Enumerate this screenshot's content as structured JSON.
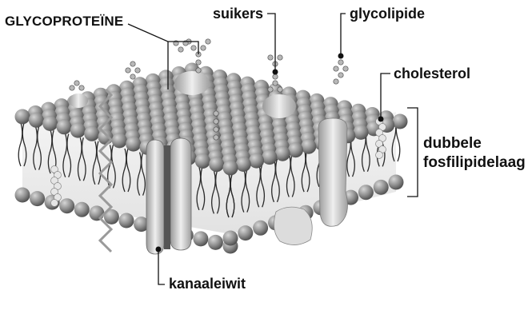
{
  "labels": {
    "glycoproteine": "GLYCOPROTEÏNE",
    "suikers": "suikers",
    "glycolipide": "glycolipide",
    "cholesterol": "cholesterol",
    "bilayer_line1": "dubbele",
    "bilayer_line2": "fosfilipidelaag",
    "channel_protein": "kanaaleiwit"
  },
  "colors": {
    "head": "#8a8a8a",
    "tail": "#2a2a2a",
    "protein": "#d8d8d8",
    "line": "#111111"
  }
}
